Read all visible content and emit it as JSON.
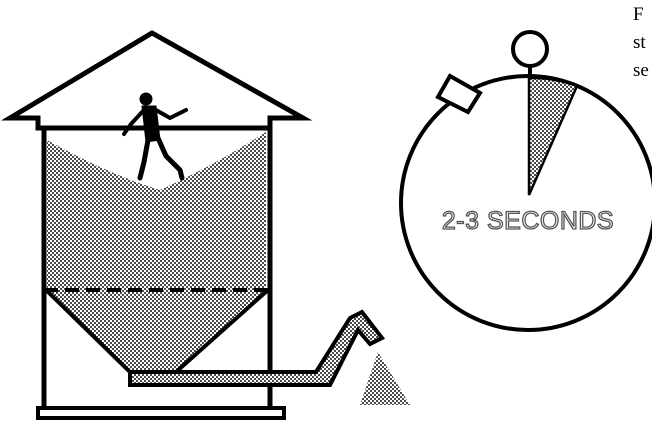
{
  "stopwatch": {
    "label": "2-3 SECONDS"
  },
  "side_text": {
    "lines": [
      "F",
      "st",
      "se"
    ]
  },
  "colors": {
    "ink": "#000000",
    "stipple": "#b8b8b8",
    "background": "#ffffff"
  }
}
